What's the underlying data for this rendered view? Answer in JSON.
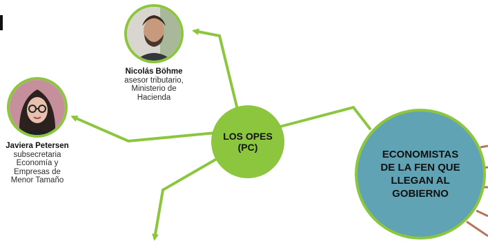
{
  "center_node": {
    "line1": "LOS OPES",
    "line2": "(PC)"
  },
  "main_node": {
    "line1": "ECONOMISTAS",
    "line2": "DE LA FEN QUE",
    "line3": "LLEGAN AL",
    "line4": "GOBIERNO"
  },
  "people": [
    {
      "name": "Nicolás Böhme",
      "role_lines": [
        "asesor tributario,",
        "Ministerio de",
        "Hacienda"
      ]
    },
    {
      "name": "Javiera Petersen",
      "role_lines": [
        "subsecretaria",
        "Economía y",
        "Empresas de",
        "Menor Tamaño"
      ]
    }
  ],
  "colors": {
    "accent_green": "#8cc63f",
    "main_circle": "#5fa3b4",
    "connector_brown": "#b5735a"
  },
  "icons": [
    "portrait-photo-nicolas",
    "portrait-photo-javiera"
  ]
}
